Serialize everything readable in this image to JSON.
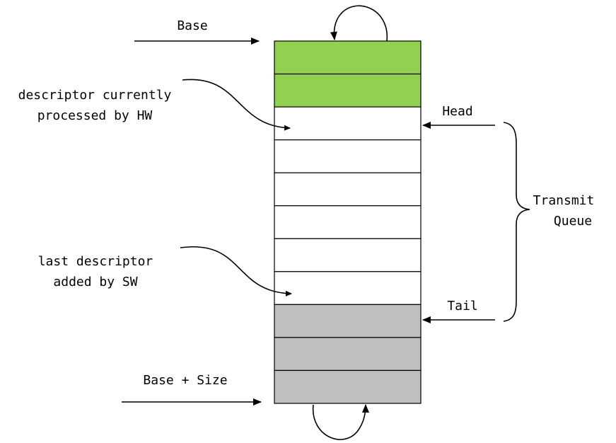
{
  "labels": {
    "base": "Base",
    "base_plus_size": "Base + Size",
    "head": "Head",
    "tail": "Tail",
    "transmit_queue_line1": "Transmit",
    "transmit_queue_line2": "Queue",
    "hw_desc_line1": "descriptor currently",
    "hw_desc_line2": "processed by HW",
    "sw_desc_line1": "last descriptor",
    "sw_desc_line2": "added by SW"
  },
  "ring": {
    "cells": [
      {
        "state": "filled-green"
      },
      {
        "state": "filled-green"
      },
      {
        "state": "empty"
      },
      {
        "state": "empty"
      },
      {
        "state": "empty"
      },
      {
        "state": "empty"
      },
      {
        "state": "empty"
      },
      {
        "state": "empty"
      },
      {
        "state": "filled-gray"
      },
      {
        "state": "filled-gray"
      },
      {
        "state": "filled-gray"
      }
    ]
  },
  "colors": {
    "filled-green": "#92d050",
    "filled-gray": "#bfbfbf",
    "empty": "#ffffff",
    "line": "#000000"
  }
}
